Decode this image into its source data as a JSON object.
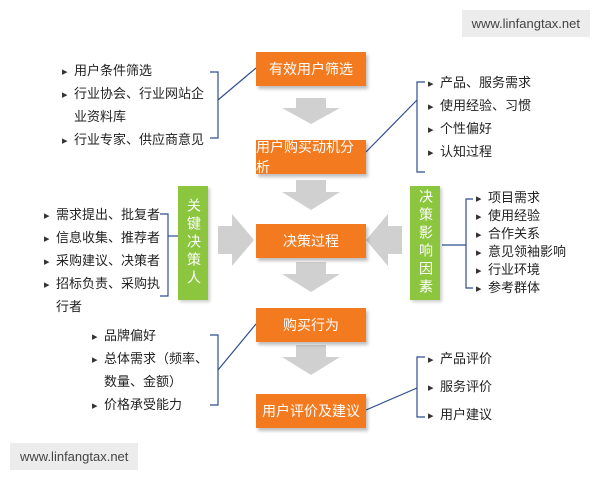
{
  "watermark": {
    "top": "www.linfangtax.net",
    "bottom": "www.linfangtax.net"
  },
  "stages": [
    "有效用户筛选",
    "用户购买动机分析",
    "决策过程",
    "购买行为",
    "用户评价及建议"
  ],
  "side_boxes": {
    "left": "关键决策人",
    "right": "决策影响因素"
  },
  "lists": {
    "screening": [
      "用户条件筛选",
      "行业协会、行业网站企业资料库",
      "行业专家、供应商意见"
    ],
    "motivation": [
      "产品、服务需求",
      "使用经验、习惯",
      "个性偏好",
      "认知过程"
    ],
    "key_people": [
      "需求提出、批复者",
      "信息收集、推荐者",
      "采购建议、决策者",
      "招标负责、采购执行者"
    ],
    "factors": [
      "项目需求",
      "使用经验",
      "合作关系",
      "意见领袖影响",
      "行业环境",
      "参考群体"
    ],
    "purchase": [
      "品牌偏好",
      "总体需求（频率、数量、金额）",
      "价格承受能力"
    ],
    "feedback": [
      "产品评价",
      "服务评价",
      "用户建议"
    ]
  },
  "colors": {
    "orange": "#f47a20",
    "green": "#8cc63f",
    "arrow_gray": "#cfcfcf",
    "line": "#2e4f8f"
  }
}
